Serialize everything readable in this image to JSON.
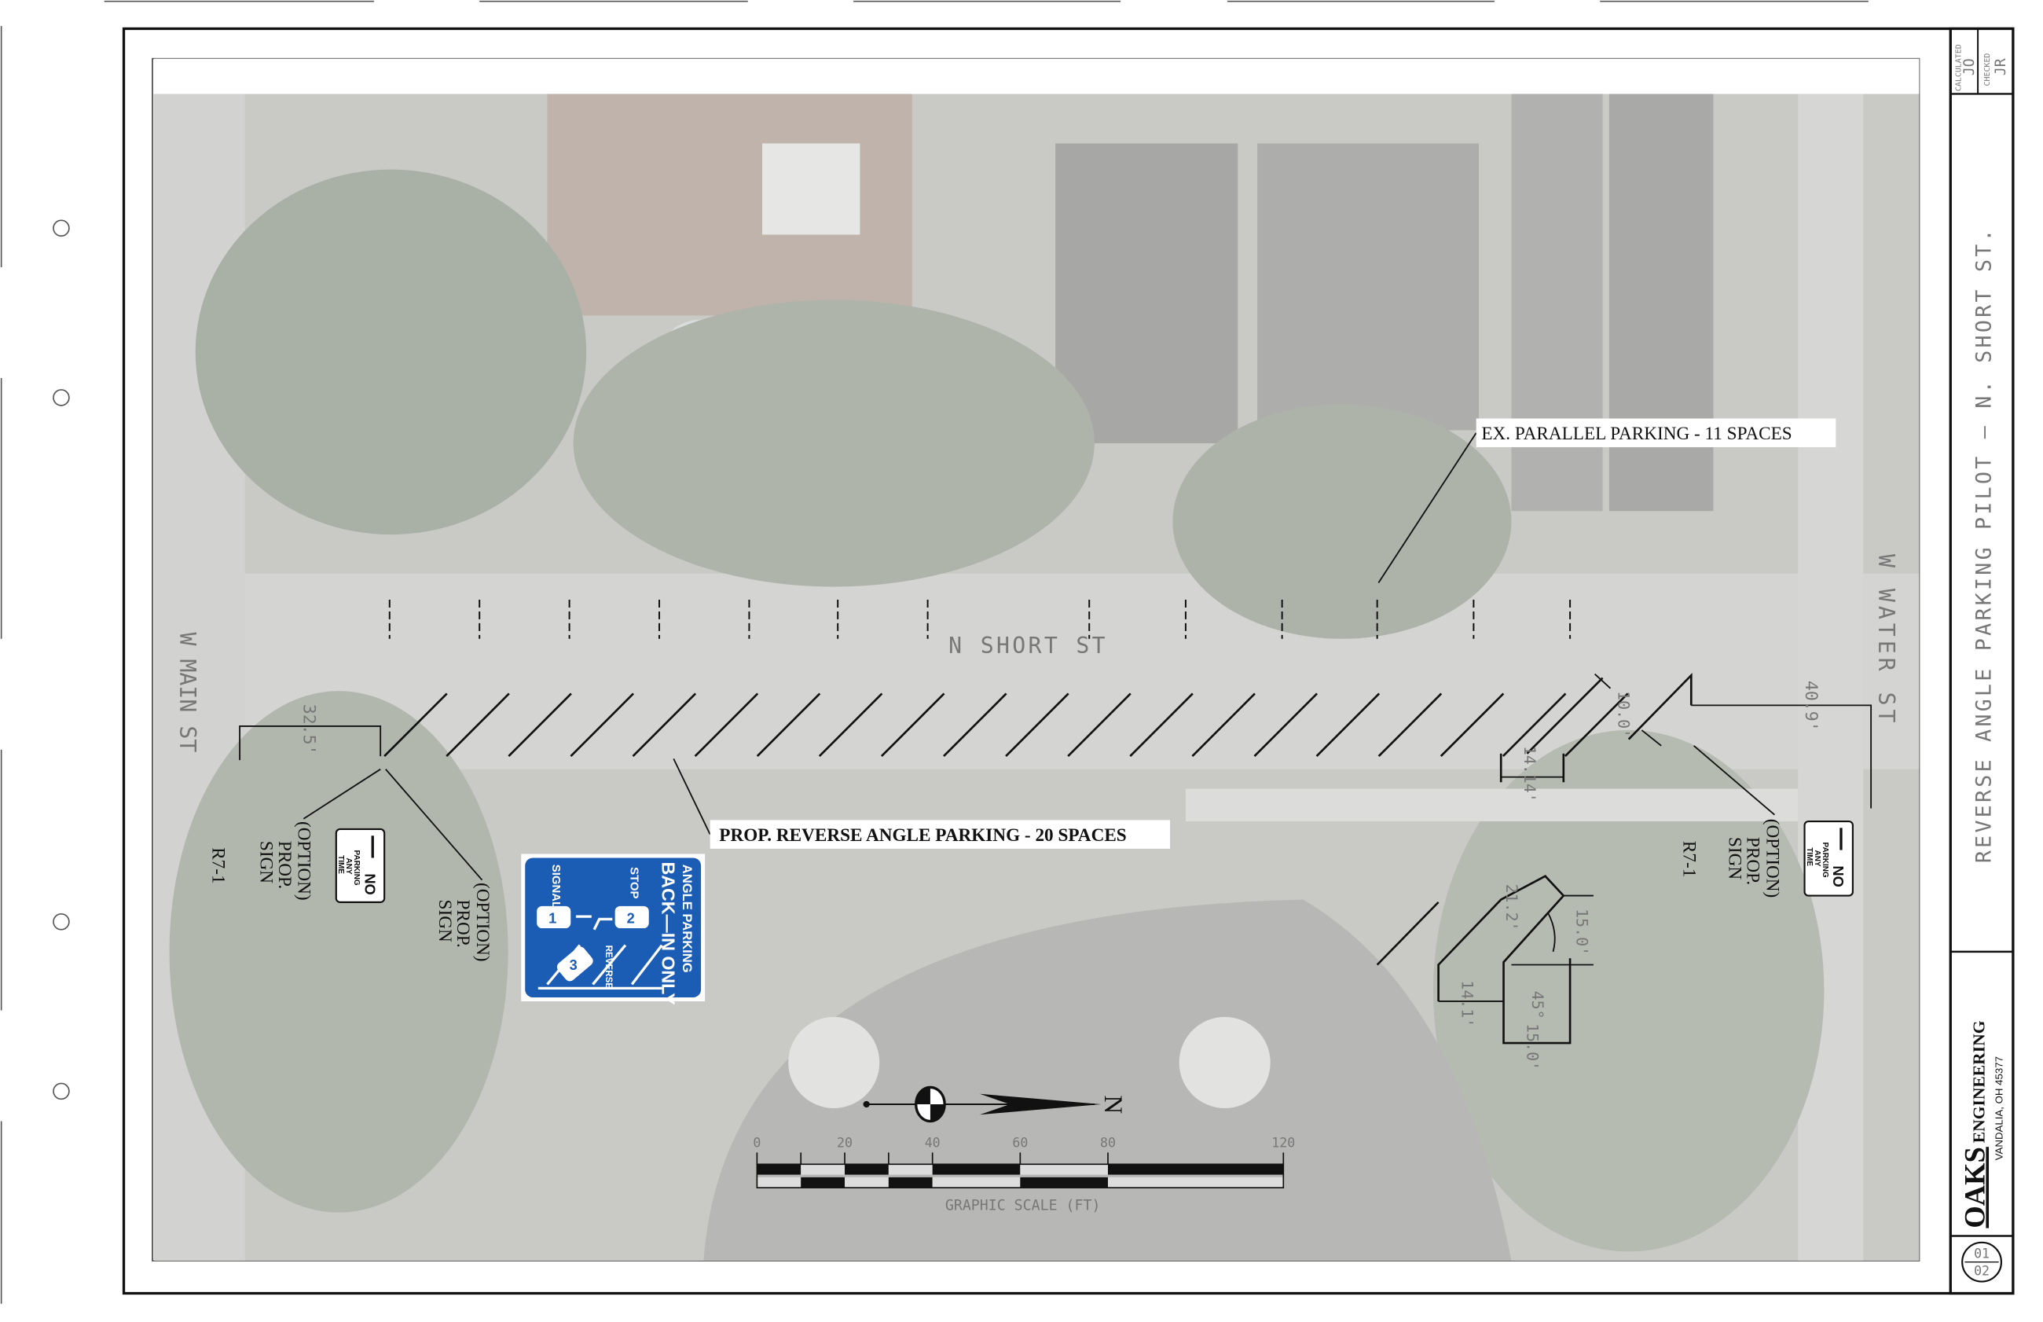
{
  "sheet": {
    "title": "REVERSE ANGLE PARKING PILOT – N. SHORT ST.",
    "calculated_label": "CALCULATED",
    "calculated_by": "JO",
    "checked_label": "CHECKED",
    "checked_by": "JR",
    "company_name_bold": "OAKS",
    "company_name_rest": "ENGINEERING",
    "company_location": "VANDALIA, OH 45377",
    "sheet_number": "01",
    "sheet_total": "02"
  },
  "streets": {
    "main": "W MAIN ST",
    "short": "N SHORT ST",
    "water": "W WATER ST"
  },
  "callouts": {
    "existing_parking": "EX. PARALLEL PARKING - 11 SPACES",
    "proposed_parking": "PROP. REVERSE ANGLE PARKING - 20 SPACES",
    "option_sign_line1": "(OPTION)",
    "option_sign_line2": "PROP.",
    "option_sign_line3": "SIGN",
    "sign_code": "R7-1"
  },
  "no_parking_sign": {
    "line1": "NO",
    "line2": "PARKING",
    "line3": "ANY",
    "line4": "TIME"
  },
  "back_in_sign": {
    "line1": "ANGLE PARKING",
    "line2": "BACK—IN ONLY",
    "step1": "SIGNAL",
    "step2": "STOP",
    "step3": "REVERSE",
    "num1": "1",
    "num2": "2",
    "num3": "3",
    "color": "#1b5cb5"
  },
  "dimensions": {
    "left_offset": "32.5'",
    "right_offset": "40.9'",
    "stall_width": "10.0'",
    "stall_width_projected": "14.14'",
    "stall_depth": "21.2'",
    "projected_width": "14.1'",
    "depth_a": "15.0'",
    "depth_b": "15.0'",
    "angle": "45°"
  },
  "north_arrow": {
    "label": "N"
  },
  "graphic_scale": {
    "title": "GRAPHIC SCALE (FT)",
    "ticks": [
      "0",
      "20",
      "40",
      "60",
      "80",
      "120"
    ]
  }
}
